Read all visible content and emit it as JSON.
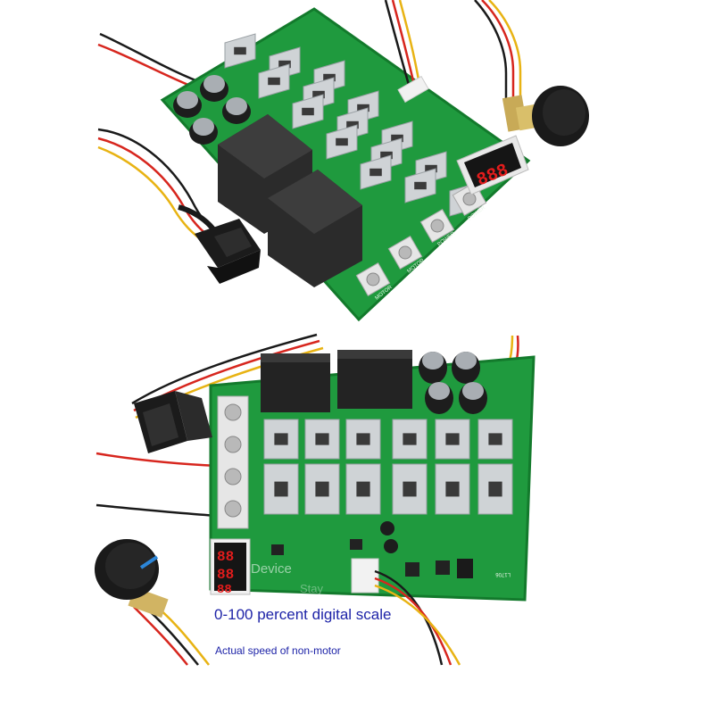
{
  "photo": {
    "captions": {
      "scale": "0-100 percent digital scale",
      "speed": "Actual speed of non-motor"
    },
    "watermark": {
      "device": "Device",
      "stay": "Stay"
    },
    "silkscreen": {
      "board_code": "L1706",
      "top_terminals": [
        "MOTOR",
        "MOTOR",
        "POWER",
        "POWER"
      ]
    }
  },
  "colors": {
    "background": "#ffffff",
    "pcb": "#1f9a3e",
    "pcb_dark": "#137a2c",
    "relay": "#2b2b2b",
    "heatsink": "#cfd3d6",
    "led_digit": "#e21c1c",
    "caption": "#1e24a8",
    "wire_red": "#d7261e",
    "wire_yellow": "#e8b313",
    "wire_black": "#1a1a1a"
  }
}
